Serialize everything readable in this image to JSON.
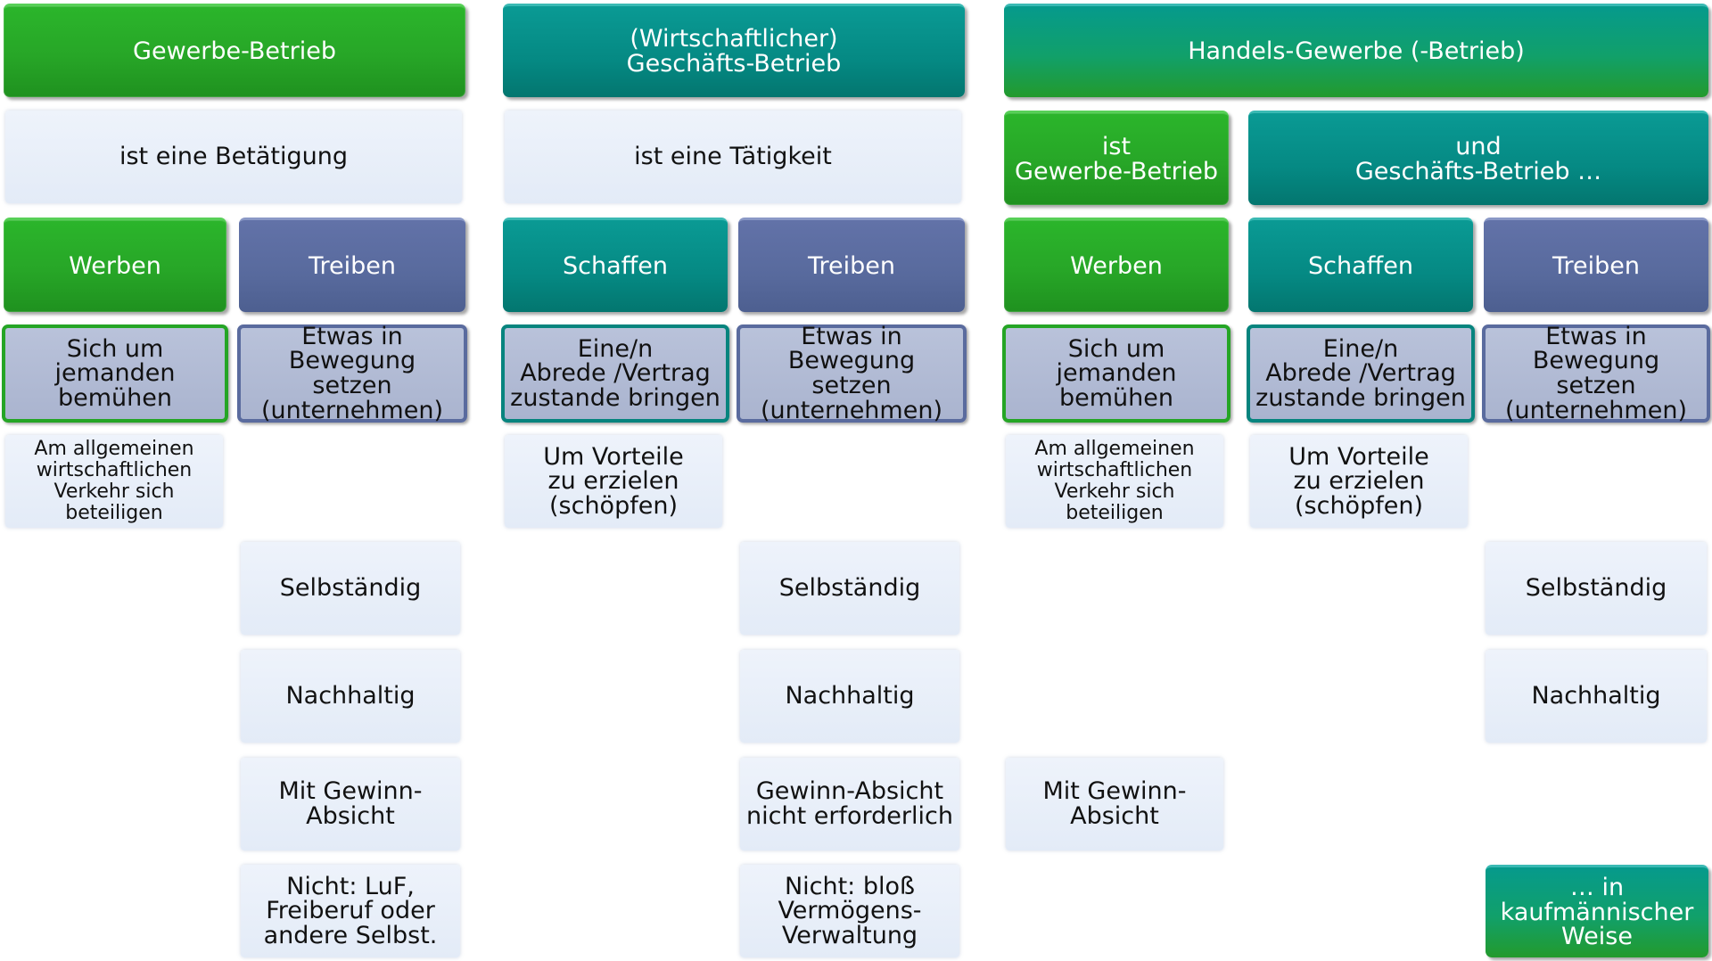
{
  "columns": {
    "gewerbe": {
      "header": "Gewerbe-Betrieb",
      "definition": "ist eine Betätigung",
      "werben": {
        "label": "Werben",
        "meaning": "Sich um\njemanden\nbemühen",
        "note": "Am allgemeinen\nwirtschaftlichen\nVerkehr sich\nbeteiligen"
      },
      "treiben": {
        "label": "Treiben",
        "meaning": "Etwas in\nBewegung setzen\n(unternehmen)",
        "criteria": [
          "Selbständig",
          "Nachhaltig",
          "Mit Gewinn-\nAbsicht",
          "Nicht: LuF,\nFreiberuf oder\nandere Selbst."
        ]
      }
    },
    "geschaefts": {
      "header": "(Wirtschaftlicher)\nGeschäfts-Betrieb",
      "definition": "ist eine Tätigkeit",
      "schaffen": {
        "label": "Schaffen",
        "meaning": "Eine/n\nAbrede /Vertrag\nzustande bringen",
        "note": "Um Vorteile\nzu erzielen\n(schöpfen)"
      },
      "treiben": {
        "label": "Treiben",
        "meaning": "Etwas in\nBewegung setzen\n(unternehmen)",
        "criteria": [
          "Selbständig",
          "Nachhaltig",
          "Gewinn-Absicht\nnicht erforderlich",
          "Nicht: bloß\nVermögens-\nVerwaltung"
        ]
      }
    },
    "handel": {
      "header": "Handels-Gewerbe (-Betrieb)",
      "sub_left": "ist\nGewerbe-Betrieb",
      "sub_right": "und\nGeschäfts-Betrieb …",
      "werben": {
        "label": "Werben",
        "meaning": "Sich um\njemanden\nbemühen",
        "note": "Am allgemeinen\nwirtschaftlichen\nVerkehr sich\nbeteiligen",
        "extra": "Mit Gewinn-\nAbsicht"
      },
      "schaffen": {
        "label": "Schaffen",
        "meaning": "Eine/n\nAbrede /Vertrag\nzustande bringen",
        "note": "Um Vorteile\nzu erzielen\n(schöpfen)"
      },
      "treiben": {
        "label": "Treiben",
        "meaning": "Etwas in\nBewegung setzen\n(unternehmen)",
        "criteria": [
          "Selbständig",
          "Nachhaltig",
          "… in\nkaufmännischer\nWeise"
        ]
      }
    }
  }
}
